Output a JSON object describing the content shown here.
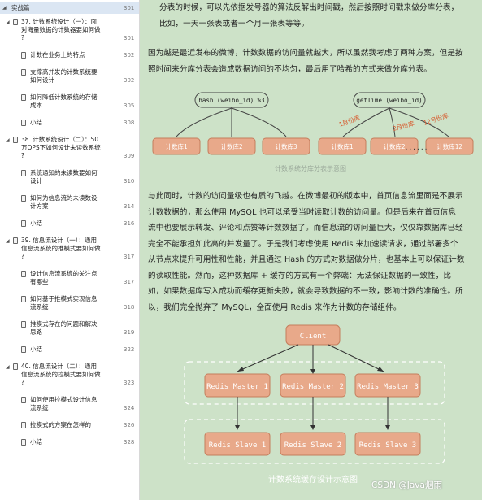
{
  "toc": {
    "header": {
      "label": "实战篇",
      "page": "301"
    },
    "items": [
      {
        "label_lines": [
          "37. 计数系统设计（一）：面",
          "对海量数据的计数器要如何做",
          "?"
        ],
        "page": "301",
        "expandable": true
      },
      {
        "label_lines": [
          "计数在业务上的特点"
        ],
        "page": "302",
        "expandable": false
      },
      {
        "label_lines": [
          "支撑高并发的计数系统要",
          "如何设计"
        ],
        "page": "302",
        "expandable": false
      },
      {
        "label_lines": [
          "如何降低计数系统的存储",
          "成本"
        ],
        "page": "305",
        "expandable": false
      },
      {
        "label_lines": [
          "小结"
        ],
        "page": "308",
        "expandable": false
      },
      {
        "label_lines": [
          "38. 计数系统设计（二）：50",
          "万QPS下如何设计未读数系统",
          "?"
        ],
        "page": "309",
        "expandable": true
      },
      {
        "label_lines": [
          "系统通知的未读数要如何",
          "设计"
        ],
        "page": "310",
        "expandable": false
      },
      {
        "label_lines": [
          "如何为信息流的未读数设",
          "计方案"
        ],
        "page": "314",
        "expandable": false
      },
      {
        "label_lines": [
          "小结"
        ],
        "page": "316",
        "expandable": false
      },
      {
        "label_lines": [
          "39. 信息流设计（一）：通用",
          "信息流系统的推模式要如何做",
          "?"
        ],
        "page": "317",
        "expandable": true
      },
      {
        "label_lines": [
          "设计信息流系统的关注点",
          "有哪些"
        ],
        "page": "317",
        "expandable": false
      },
      {
        "label_lines": [
          "如何基于推模式实现信息",
          "流系统"
        ],
        "page": "318",
        "expandable": false
      },
      {
        "label_lines": [
          "推模式存在的问题和解决",
          "思路"
        ],
        "page": "319",
        "expandable": false
      },
      {
        "label_lines": [
          "小结"
        ],
        "page": "322",
        "expandable": false
      },
      {
        "label_lines": [
          "40. 信息流设计（二）：通用",
          "信息流系统的拉模式要如何做",
          "?"
        ],
        "page": "323",
        "expandable": true
      },
      {
        "label_lines": [
          "如何使用拉模式设计信息",
          "流系统"
        ],
        "page": "324",
        "expandable": false
      },
      {
        "label_lines": [
          "拉模式的方案在怎样的"
        ],
        "page": "326",
        "expandable": false
      },
      {
        "label_lines": [
          "小结"
        ],
        "page": "328",
        "expandable": false
      }
    ]
  },
  "doc": {
    "para1": [
      "分表的时候，可以先依据发号器的算法反解出时间戳，然后按照时间戳来做分库分表，",
      "比如，一天一张表或者一个月一张表等等。"
    ],
    "para2": [
      "因为越是最近发布的微博，计数数据的访问量就越大，所以虽然我考虑了两种方案，但是按",
      "照时间来分库分表会造成数据访问的不均匀，最后用了哈希的方式来做分库分表。"
    ],
    "diagram1": {
      "hash_node": "hash (weibo_id) %3",
      "time_node": "getTime (weibo_id)",
      "left_dbs": [
        "计数库1",
        "计数库2",
        "计数库3"
      ],
      "right_dbs": [
        "计数库1",
        "计数库2",
        "计数库12"
      ],
      "month_labels": [
        "1月份库",
        "2月份库",
        "12月份库"
      ],
      "ellipsis": "......",
      "caption": "计数系统分库分表示意图"
    },
    "para3": [
      "与此同时，计数的访问量级也有质的飞越。在微博最初的版本中，首页信息流里面是不展示",
      "计数数据的，那么使用 MySQL 也可以承受当时读取计数的访问量。但是后来在首页信息",
      "流中也要展示转发、评论和点赞等计数数据了。而信息流的访问量巨大，仅仅靠数据库已经",
      "完全不能承担如此高的并发量了。于是我们考虑使用 Redis 来加速读请求，通过部署多个",
      "从节点来提升可用性和性能，并且通过 Hash 的方式对数据做分片，也基本上可以保证计数",
      "的读取性能。然而，这种数据库 + 缓存的方式有一个弊端：无法保证数据的一致性，比",
      "如，如果数据库写入成功而缓存更新失败，就会导致数据的不一致，影响计数的准确性。所",
      "以，我们完全抛弃了 MySQL，全面使用 Redis 来作为计数的存储组件。"
    ],
    "diagram2": {
      "client": "Client",
      "masters": [
        "Redis Master 1",
        "Redis Master 2",
        "Redis Master 3"
      ],
      "slaves": [
        "Redis Slave 1",
        "Redis Slave 2",
        "Redis Slave 3"
      ],
      "caption": "计数系统缓存设计示意图"
    },
    "watermark": "CSDN @Java烟雨"
  },
  "colors": {
    "doc_bg": "#cde2c8",
    "node_fill": "#e8a98a",
    "node_stroke": "#c47d5c",
    "accent_red": "#d8572a",
    "selected_row": "#dbe6f3"
  }
}
